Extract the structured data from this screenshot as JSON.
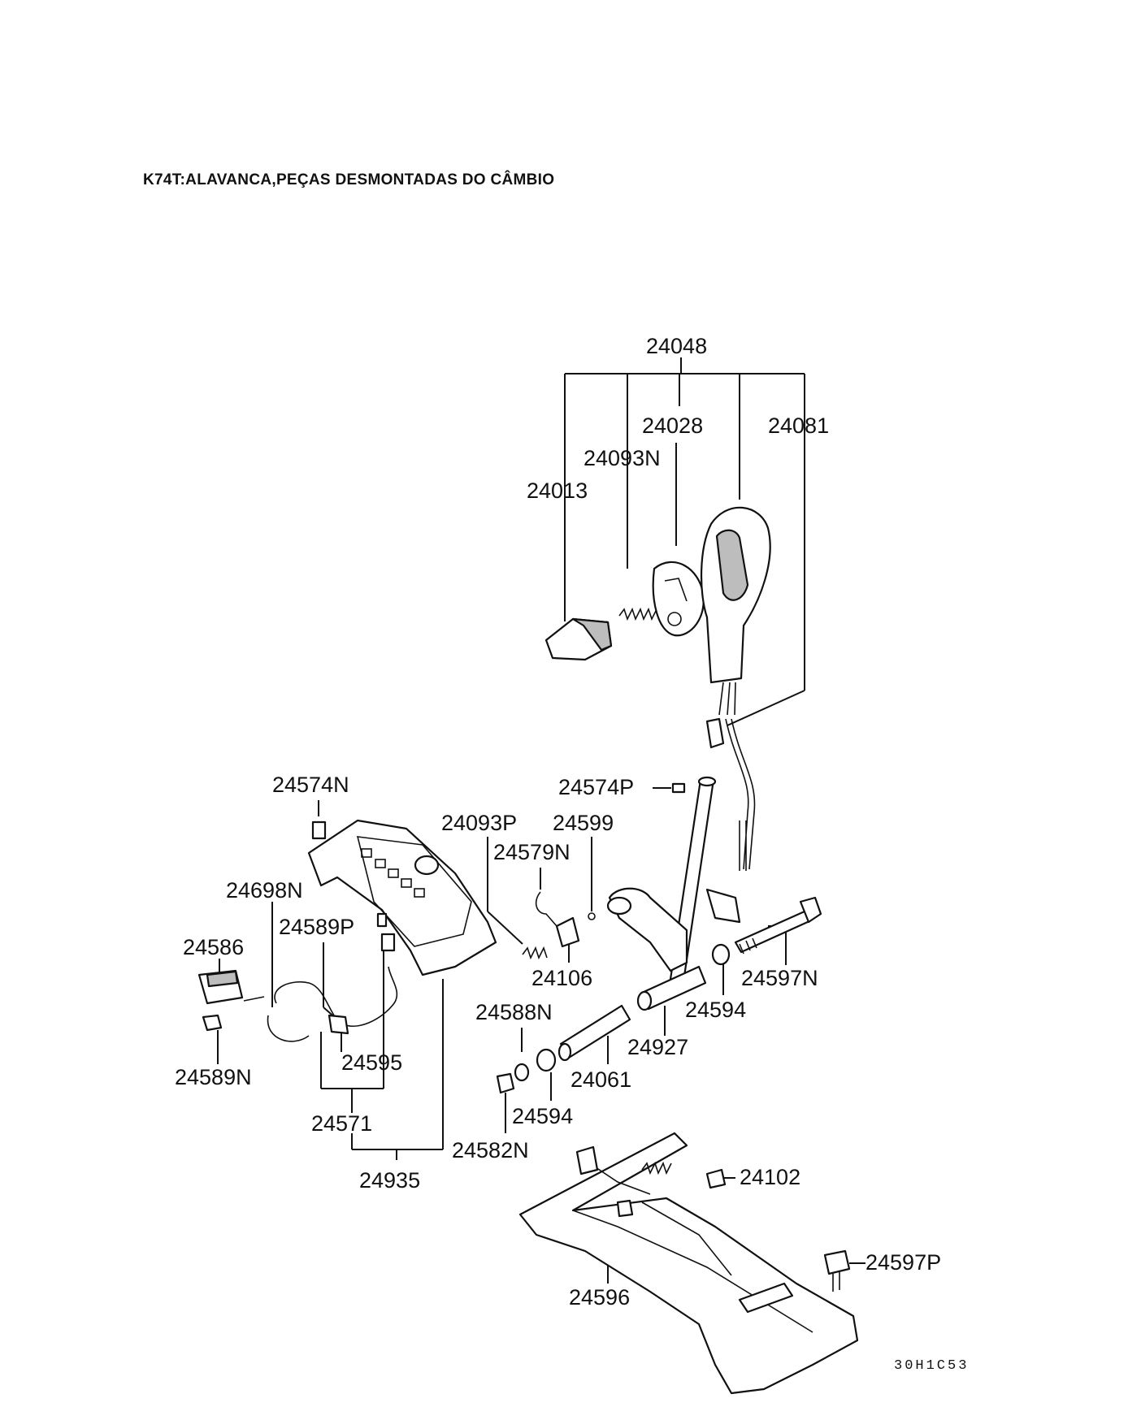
{
  "title": "K74T:ALAVANCA,PEÇAS DESMONTADAS DO CÂMBIO",
  "drawing_code": "30H1C53",
  "labels": {
    "p24048": "24048",
    "p24028": "24028",
    "p24081": "24081",
    "p24093N": "24093N",
    "p24013": "24013",
    "p24574N": "24574N",
    "p24574P": "24574P",
    "p24093P": "24093P",
    "p24599": "24599",
    "p24579N": "24579N",
    "p24698N": "24698N",
    "p24589P": "24589P",
    "p24586": "24586",
    "p24106": "24106",
    "p24597N": "24597N",
    "p24588N": "24588N",
    "p24594a": "24594",
    "p24927": "24927",
    "p24595": "24595",
    "p24589N": "24589N",
    "p24061": "24061",
    "p24571": "24571",
    "p24594b": "24594",
    "p24582N": "24582N",
    "p24935": "24935",
    "p24102": "24102",
    "p24597P": "24597P",
    "p24596": "24596"
  }
}
